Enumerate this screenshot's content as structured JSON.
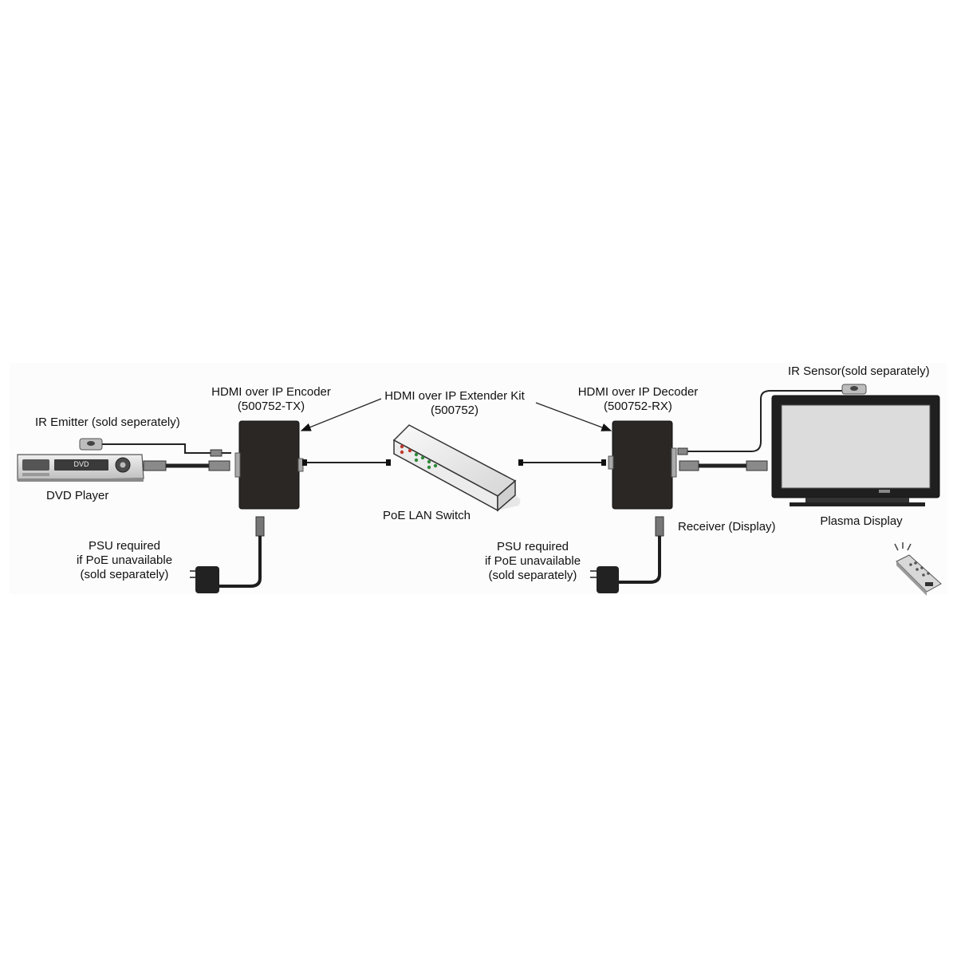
{
  "diagram": {
    "labels": {
      "encoder_title": "HDMI over IP Encoder",
      "encoder_model": "(500752-TX)",
      "kit_title": "HDMI over IP Extender Kit",
      "kit_model": "(500752)",
      "decoder_title": "HDMI over IP Decoder",
      "decoder_model": "(500752-RX)",
      "ir_emitter": "IR Emitter",
      "ir_emitter_note": "(sold seperately)",
      "ir_sensor": "IR Sensor",
      "ir_sensor_note": "(sold separately)",
      "dvd_player": "DVD Player",
      "dvd_panel_text": "DVD",
      "poe_switch": "PoE LAN Switch",
      "receiver_display": "Receiver (Display)",
      "plasma_display": "Plasma Display",
      "psu_left": [
        "PSU required",
        "if PoE unavailable",
        "(sold separately)"
      ],
      "psu_right": [
        "PSU required",
        "if PoE unavailable",
        "(sold separately)"
      ]
    },
    "colors": {
      "device_dark": "#2b2724",
      "panel_light": "#d9d9d9",
      "screen": "#dcdcdc",
      "bezel": "#1f1f1f",
      "cable": "#222222",
      "led_red": "#c0392b",
      "led_green": "#2e8b3a"
    }
  }
}
